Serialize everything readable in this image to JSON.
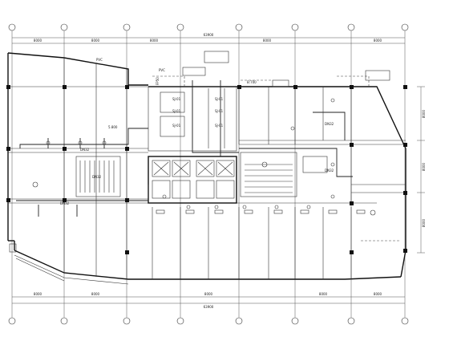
{
  "drawing": {
    "top_dims": [
      "8000",
      "8000",
      "8000",
      "8000",
      "8000"
    ],
    "top_total": "63900",
    "bottom_dims": [
      "8000",
      "8000",
      "8000",
      "8000",
      "8000"
    ],
    "bottom_total": "63900",
    "right_dims": [
      "8000",
      "8000",
      "8000"
    ],
    "tags": {
      "pvc1": "PVC",
      "pvc2": "PVC",
      "fp": "FP50",
      "dn1": "DN32",
      "dn2": "DN32",
      "dn3": "DN32",
      "dn4": "DN32",
      "dn5": "DN32",
      "sj1": "SJ-01",
      "sj2": "SJ-01",
      "sj3": "SJ-01",
      "sj4": "SJ-01",
      "sj5": "SJ-01",
      "sj6": "SJ-01",
      "elev": "5.800",
      "b700": "B:700"
    }
  }
}
